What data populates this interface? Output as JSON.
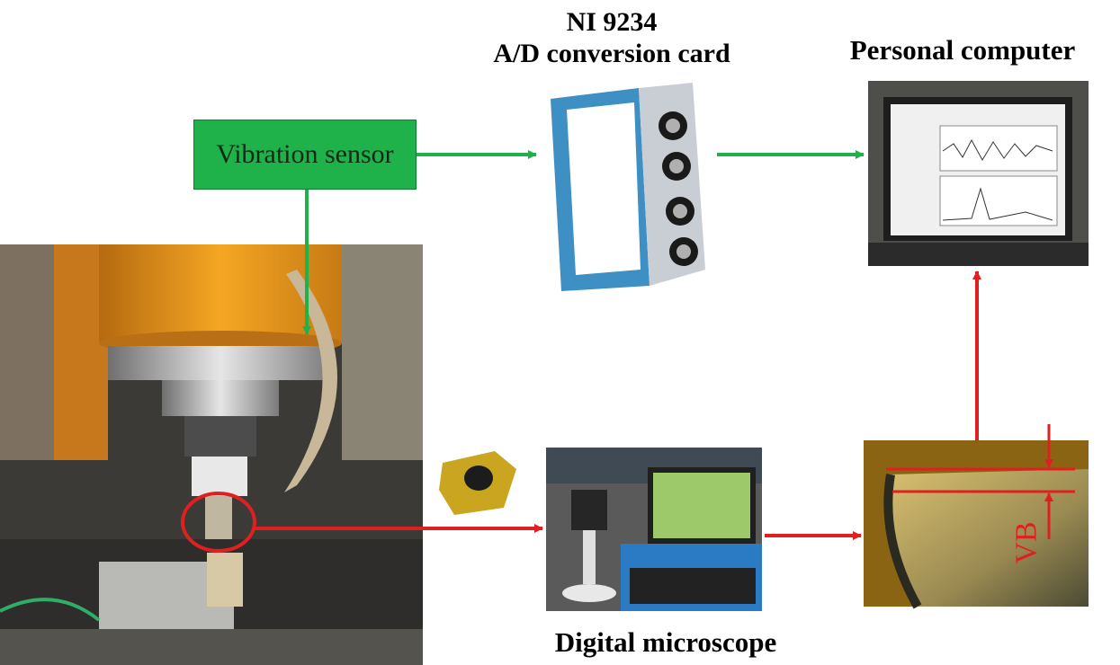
{
  "labels": {
    "ni_title": "NI 9234",
    "ni_subtitle": "A/D conversion card",
    "personal_computer": "Personal computer",
    "digital_microscope": "Digital microscope",
    "vibration_sensor": "Vibration sensor",
    "vb": "VB"
  },
  "colors": {
    "green_arrow": "#1fb24a",
    "red_arrow": "#e02020",
    "sensor_box": "#1fb24a"
  }
}
